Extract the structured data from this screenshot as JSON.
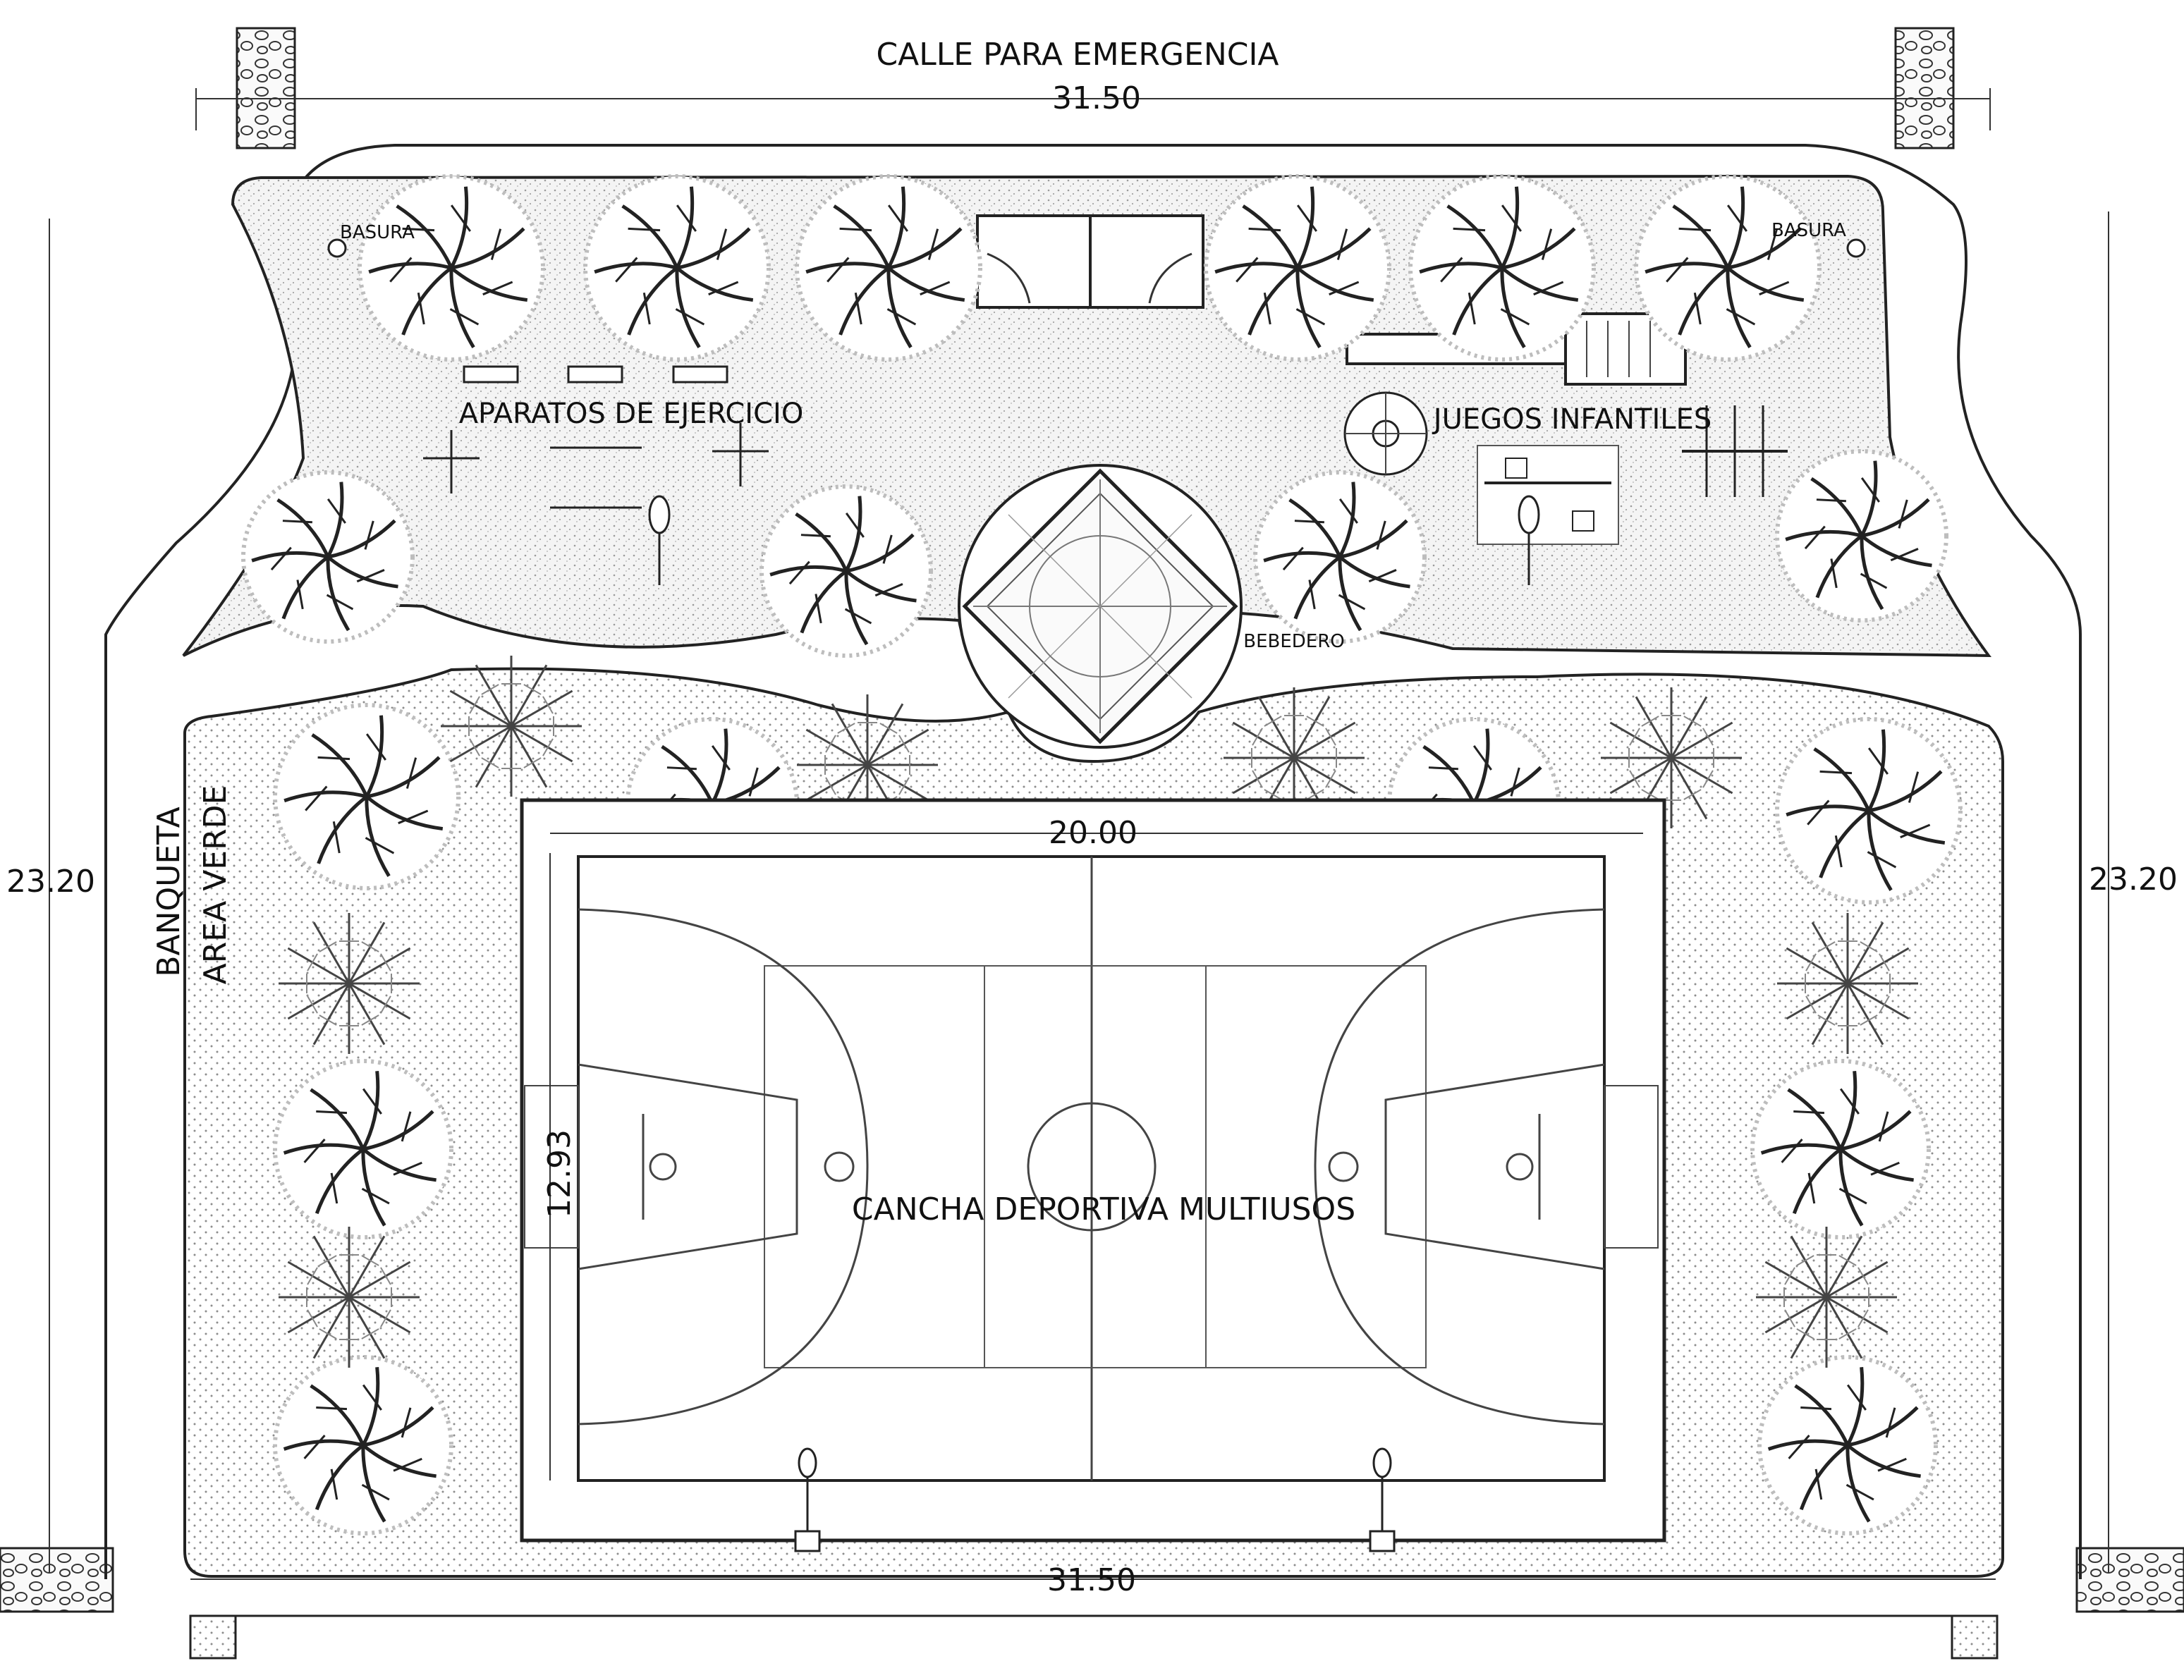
{
  "labels": {
    "street": "CALLE PARA EMERGENCIA",
    "sidewalk": "BANQUETA",
    "green_area": "AREA VERDE",
    "exercise": "APARATOS DE EJERCICIO",
    "playground": "JUEGOS INFANTILES",
    "fountain": "BEBEDERO",
    "trash_left": "BASURA",
    "trash_right": "BASURA",
    "court": "CANCHA DEPORTIVA MULTIUSOS"
  },
  "dimensions": {
    "top_width": "31.50",
    "bottom_width": "31.50",
    "left_height": "23.20",
    "right_height": "23.20",
    "court_length": "20.00",
    "court_width": "12.93"
  },
  "colors": {
    "ink": "#222222",
    "hatch": "#bdbdbd"
  }
}
